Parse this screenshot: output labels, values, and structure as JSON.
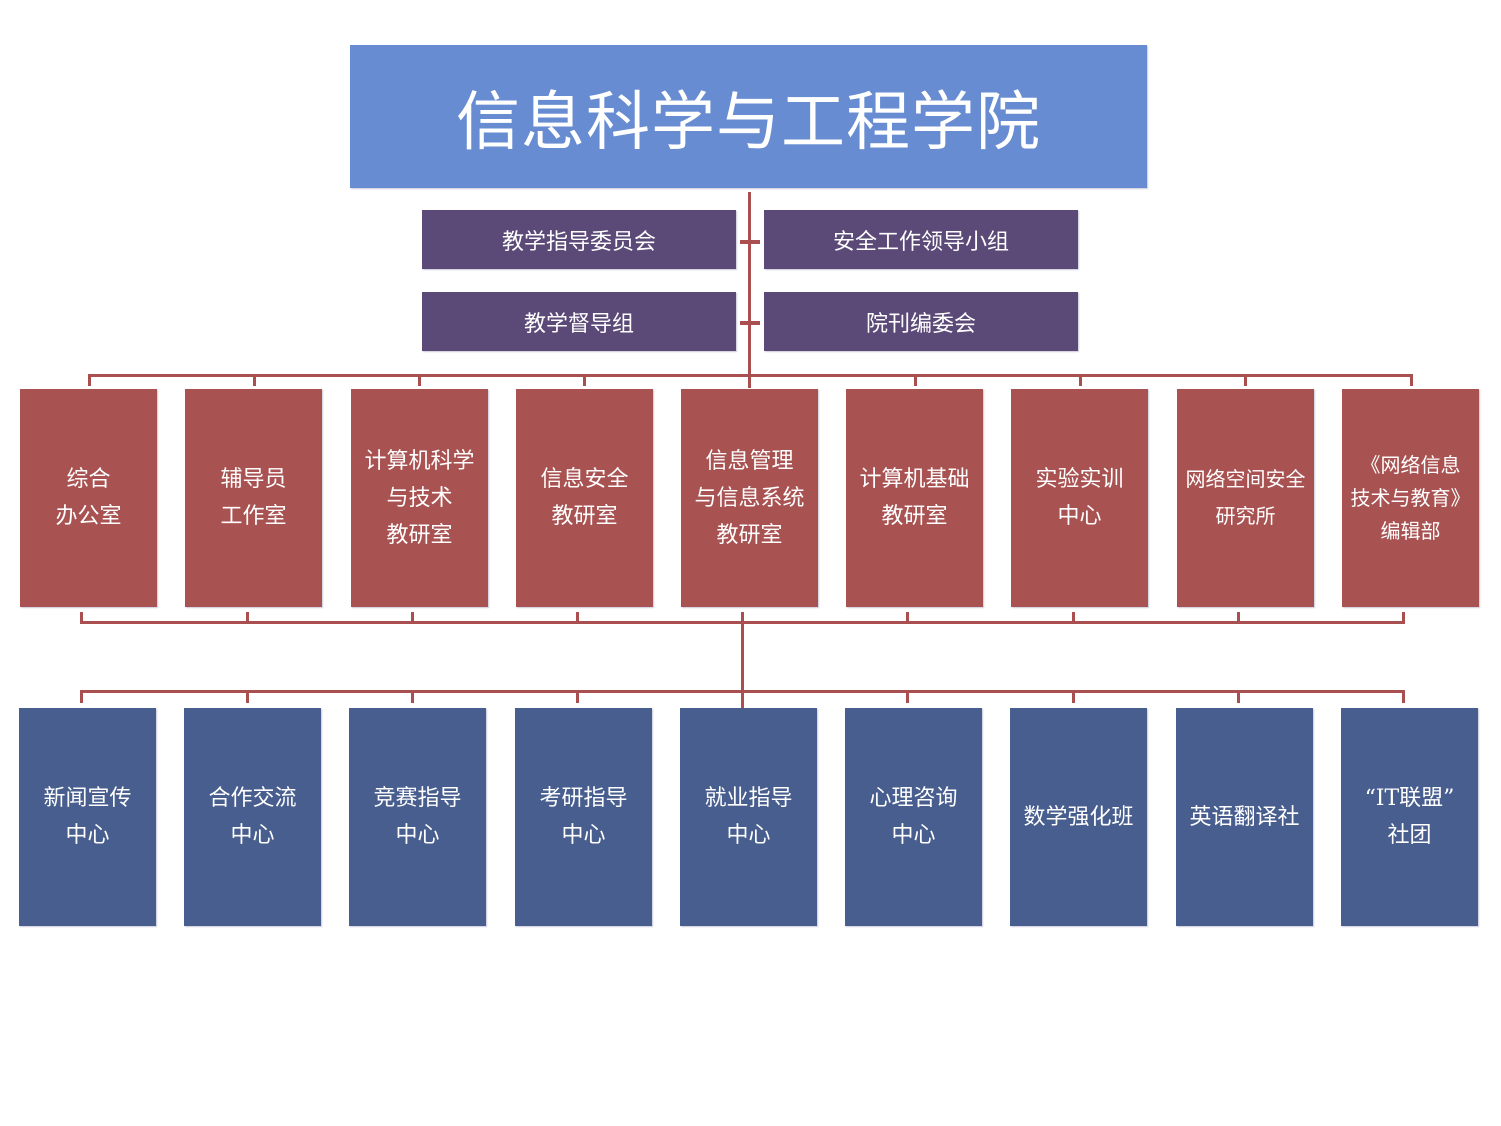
{
  "colors": {
    "title_fill": "#678CD2",
    "committee_fill": "#5B4A78",
    "department_fill": "#A85251",
    "unit_fill": "#485E8E",
    "connector": "#AA4F4F",
    "text": "#FFFFFF"
  },
  "root": {
    "label": "信息科学与工程学院"
  },
  "committees": [
    {
      "label": "教学指导委员会"
    },
    {
      "label": "安全工作领导小组"
    },
    {
      "label": "教学督导组"
    },
    {
      "label": "院刊编委会"
    }
  ],
  "departments": [
    {
      "label": "综合\n办公室"
    },
    {
      "label": "辅导员\n工作室"
    },
    {
      "label": "计算机科学\n与技术\n教研室"
    },
    {
      "label": "信息安全\n教研室"
    },
    {
      "label": "信息管理\n与信息系统\n教研室"
    },
    {
      "label": "计算机基础\n教研室"
    },
    {
      "label": "实验实训\n中心"
    },
    {
      "label": "网络空间安全\n研究所"
    },
    {
      "label": "《网络信息\n技术与教育》\n编辑部"
    }
  ],
  "units": [
    {
      "label": "新闻宣传\n中心"
    },
    {
      "label": "合作交流\n中心"
    },
    {
      "label": "竞赛指导\n中心"
    },
    {
      "label": "考研指导\n中心"
    },
    {
      "label": "就业指导\n中心"
    },
    {
      "label": "心理咨询\n中心"
    },
    {
      "label": "数学强化班"
    },
    {
      "label": "英语翻译社"
    },
    {
      "label": "“IT联盟”\n社团"
    }
  ]
}
